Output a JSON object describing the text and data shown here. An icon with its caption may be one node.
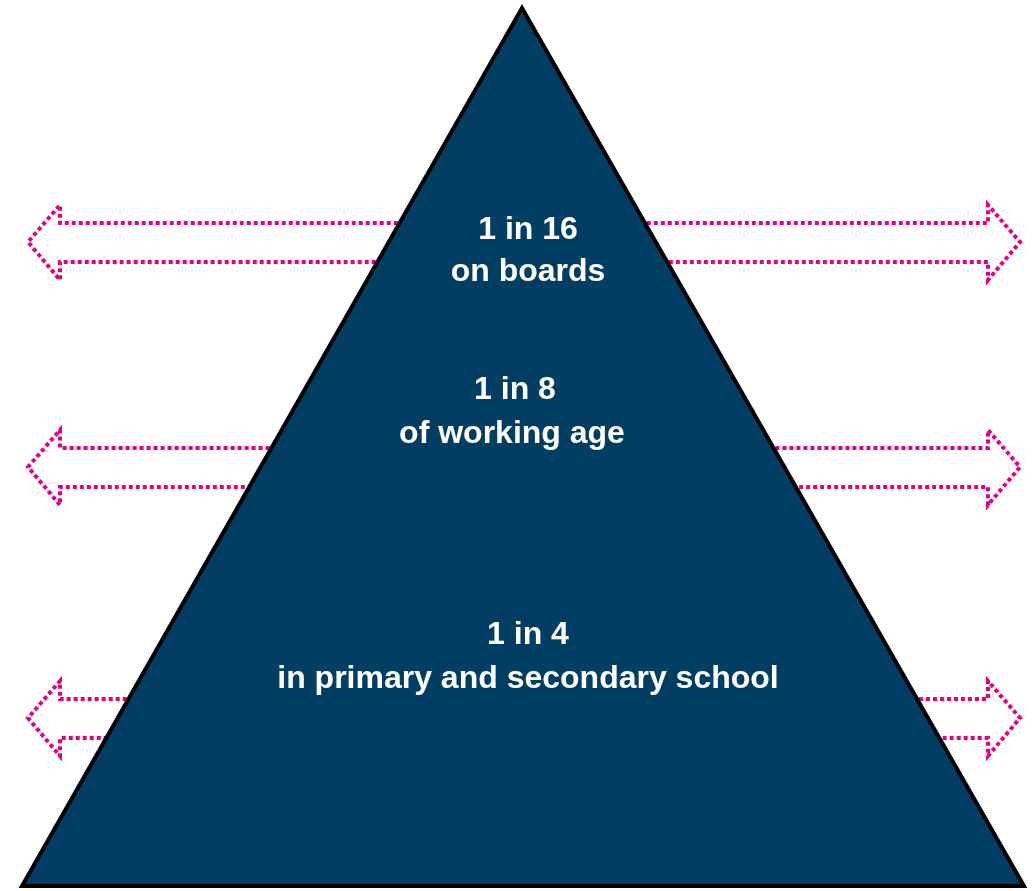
{
  "diagram": {
    "nodes": [
      {
        "text": [
          "1 in 16",
          "on boards",
          "1 in 8",
          "of working age",
          "1 in 4",
          "in primary and secondary school"
        ]
      }
    ]
  }
}
